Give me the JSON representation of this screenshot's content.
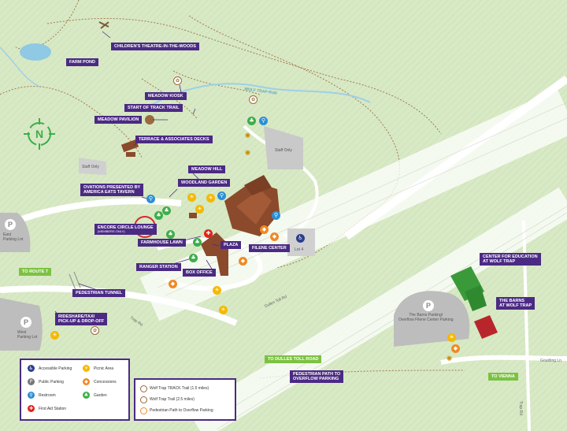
{
  "labels": {
    "childrens_theatre": "Children's Theatre-in-the-Woods",
    "farm_pond": "Farm Pond",
    "meadow_kiosk": "Meadow Kiosk",
    "start_track_trail": "Start of Track Trail",
    "meadow_pavilion": "Meadow Pavilion",
    "terrace_decks": "Terrace & Associates Decks",
    "meadow_hill": "Meadow Hill",
    "woodland_garden": "Woodland Garden",
    "ovations_line1": "Ovations Presented by",
    "ovations_line2": "America Eats Tavern",
    "encore_lounge": "Encore Circle Lounge",
    "encore_sub": "(Members Only)",
    "farmhouse_lawn": "Farmhouse Lawn",
    "plaza": "Plaza",
    "filene_center": "Filene Center",
    "ranger_station": "Ranger Station",
    "box_office": "Box Office",
    "pedestrian_tunnel": "Pedestrian Tunnel",
    "rideshare_line1": "Rideshare/Taxi",
    "rideshare_line2": "Pick-up & Drop-off",
    "to_route7": "To Route 7",
    "to_dulles_toll": "To Dulles Toll Road",
    "pedestrian_overflow_line1": "Pedestrian Path to",
    "pedestrian_overflow_line2": "Overflow Parking",
    "center_education_line1": "Center for Education",
    "center_education_line2": "at Wolf Trap",
    "barns_line1": "The Barns",
    "barns_line2": "at Wolf Trap",
    "to_vienna": "To Vienna",
    "wolf_trap_run": "Wolf Trap Run"
  },
  "plain": {
    "staff_only_1": "Staff Only",
    "staff_only_2": "Staff Only",
    "east_lot_1": "East",
    "east_lot_2": "Parking Lot",
    "west_lot_1": "West",
    "west_lot_2": "Parking Lot",
    "lot4": "Lot 4",
    "barns_parking_1": "The Barns Parking/",
    "barns_parking_2": "Overflow Filene Center Parking",
    "dulles_toll_rd": "Dulles Toll Rd",
    "trap_rd": "Trap Rd",
    "trap_rd2": "Trap Rd",
    "goulding_ln": "Goulding Ln",
    "park_p": "P"
  },
  "legend": {
    "accessible": "Accessible Parking",
    "public_parking": "Public Parking",
    "restroom": "Restroom",
    "first_aid": "First Aid Station",
    "picnic": "Picnic Area",
    "concessions": "Concessions",
    "garden": "Garden"
  },
  "trail_legend": {
    "track": "Wolf Trap TRACK Trail (1.5 miles)",
    "wolf_trap_trail": "Wolf Trap Trail (2.5 miles)",
    "pedestrian_path": "Pedestrian Path to Overflow Parking"
  },
  "colors": {
    "label_purple": "#4b2a84",
    "label_green": "#7cc242",
    "grass": "#d6e8c2",
    "road": "#ffffff",
    "building_brown": "#8b4a2b",
    "center_green": "#3a9a3a",
    "barns_red": "#b8262b"
  },
  "icons": {
    "compass": "compass-icon",
    "accessible": "wheelchair-icon",
    "parking": "parking-icon",
    "restroom": "restroom-icon",
    "first_aid": "first-aid-icon",
    "picnic": "picnic-icon",
    "concessions": "concessions-icon",
    "garden": "garden-icon",
    "trail": "trail-marker-icon",
    "bee": "bee-icon"
  }
}
